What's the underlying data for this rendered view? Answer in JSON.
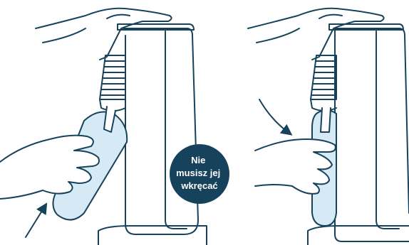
{
  "badge": {
    "lines": [
      "Nie",
      "musisz jej",
      "wkręcać"
    ]
  },
  "colors": {
    "line": "#17425b",
    "badge_fill": "#17425b",
    "badge_text": "#ffffff",
    "bottle_fill": "#d6eaf6",
    "background": "#ffffff"
  },
  "panels": [
    {
      "step": "insert-bottle-upward",
      "arrow_icon": "arrow-up-right-icon"
    },
    {
      "step": "bottle-locked-in-place",
      "arrow_icon": "arrow-curved-down-icon"
    }
  ]
}
